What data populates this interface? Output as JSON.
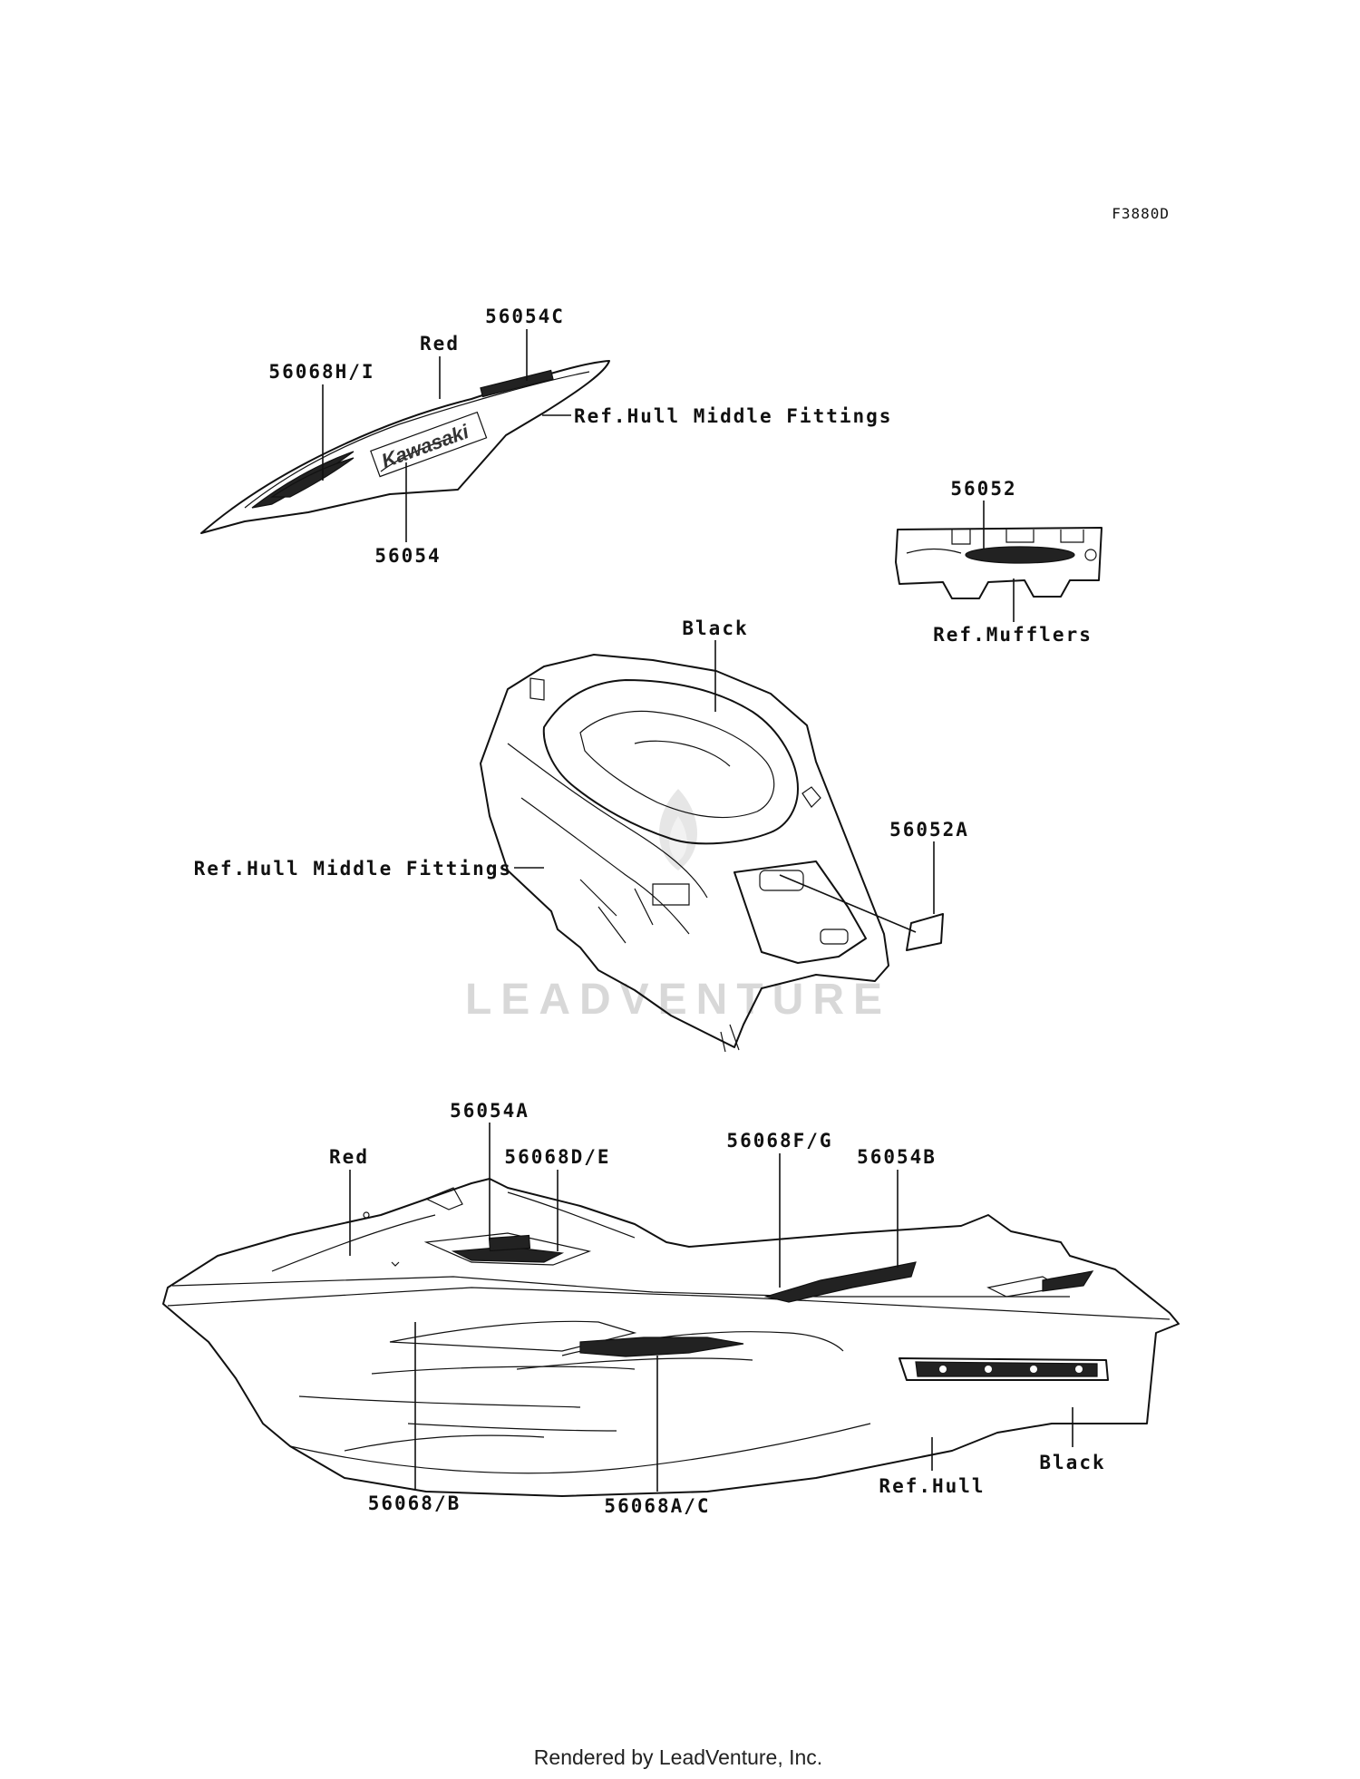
{
  "figure_code": "F3880D",
  "watermark": "LEADVENTURE",
  "footer": "Rendered by LeadVenture, Inc.",
  "decal_logo_text": "Kawasaki",
  "callouts": {
    "c1": "56054C",
    "c2": "Red",
    "c3": "56068H/I",
    "c4": "Ref.Hull Middle Fittings",
    "c5": "56054",
    "c6": "56052",
    "c7": "Ref.Mufflers",
    "c8": "Black",
    "c9": "56052A",
    "c10": "Ref.Hull Middle Fittings",
    "c11": "56054A",
    "c12": "Red",
    "c13": "56068D/E",
    "c14": "56068F/G",
    "c15": "56054B",
    "c16": "56068/B",
    "c17": "56068A/C",
    "c18": "Ref.Hull",
    "c19": "Black"
  }
}
